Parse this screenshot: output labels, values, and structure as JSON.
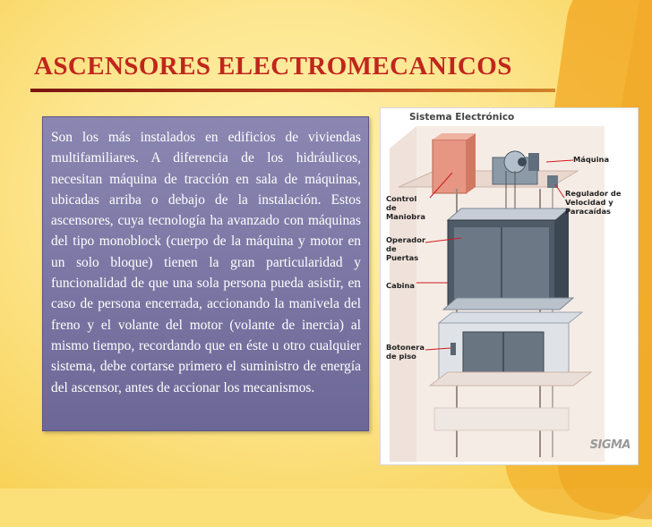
{
  "slide": {
    "title": "ASCENSORES ELECTROMECANICOS",
    "body": "Son los más instalados en edificios de viviendas multifamiliares. A diferencia de los hidráulicos, necesitan máquina de tracción en sala de máquinas, ubicadas arriba o debajo de la instalación. Estos ascensores, cuya tecnología ha avanzado con máquinas del tipo monoblock (cuerpo de la máquina y motor en un solo bloque) tienen la gran particularidad y funcionalidad de que una sola persona pueda asistir, en caso de persona encerrada, accionando la manivela del freno y el volante del motor (volante de inercia) al mismo tiempo, recordando que en éste u otro cualquier sistema, debe cortarse primero el suministro de energía del ascensor, antes de accionar los mecanismos."
  },
  "diagram": {
    "title": "Sistema Electrónico",
    "labels": {
      "maquina": "Máquina",
      "regulador": "Regulador de Velocidad y Paracaídas",
      "control": "Control de Maniobra",
      "operador": "Operador de Puertas",
      "cabina": "Cabina",
      "botonera": "Botonera de piso"
    },
    "logo": "SIGMA"
  },
  "colors": {
    "title": "#c0261c",
    "textbox": "#7a76a5",
    "background": "#fde690"
  }
}
